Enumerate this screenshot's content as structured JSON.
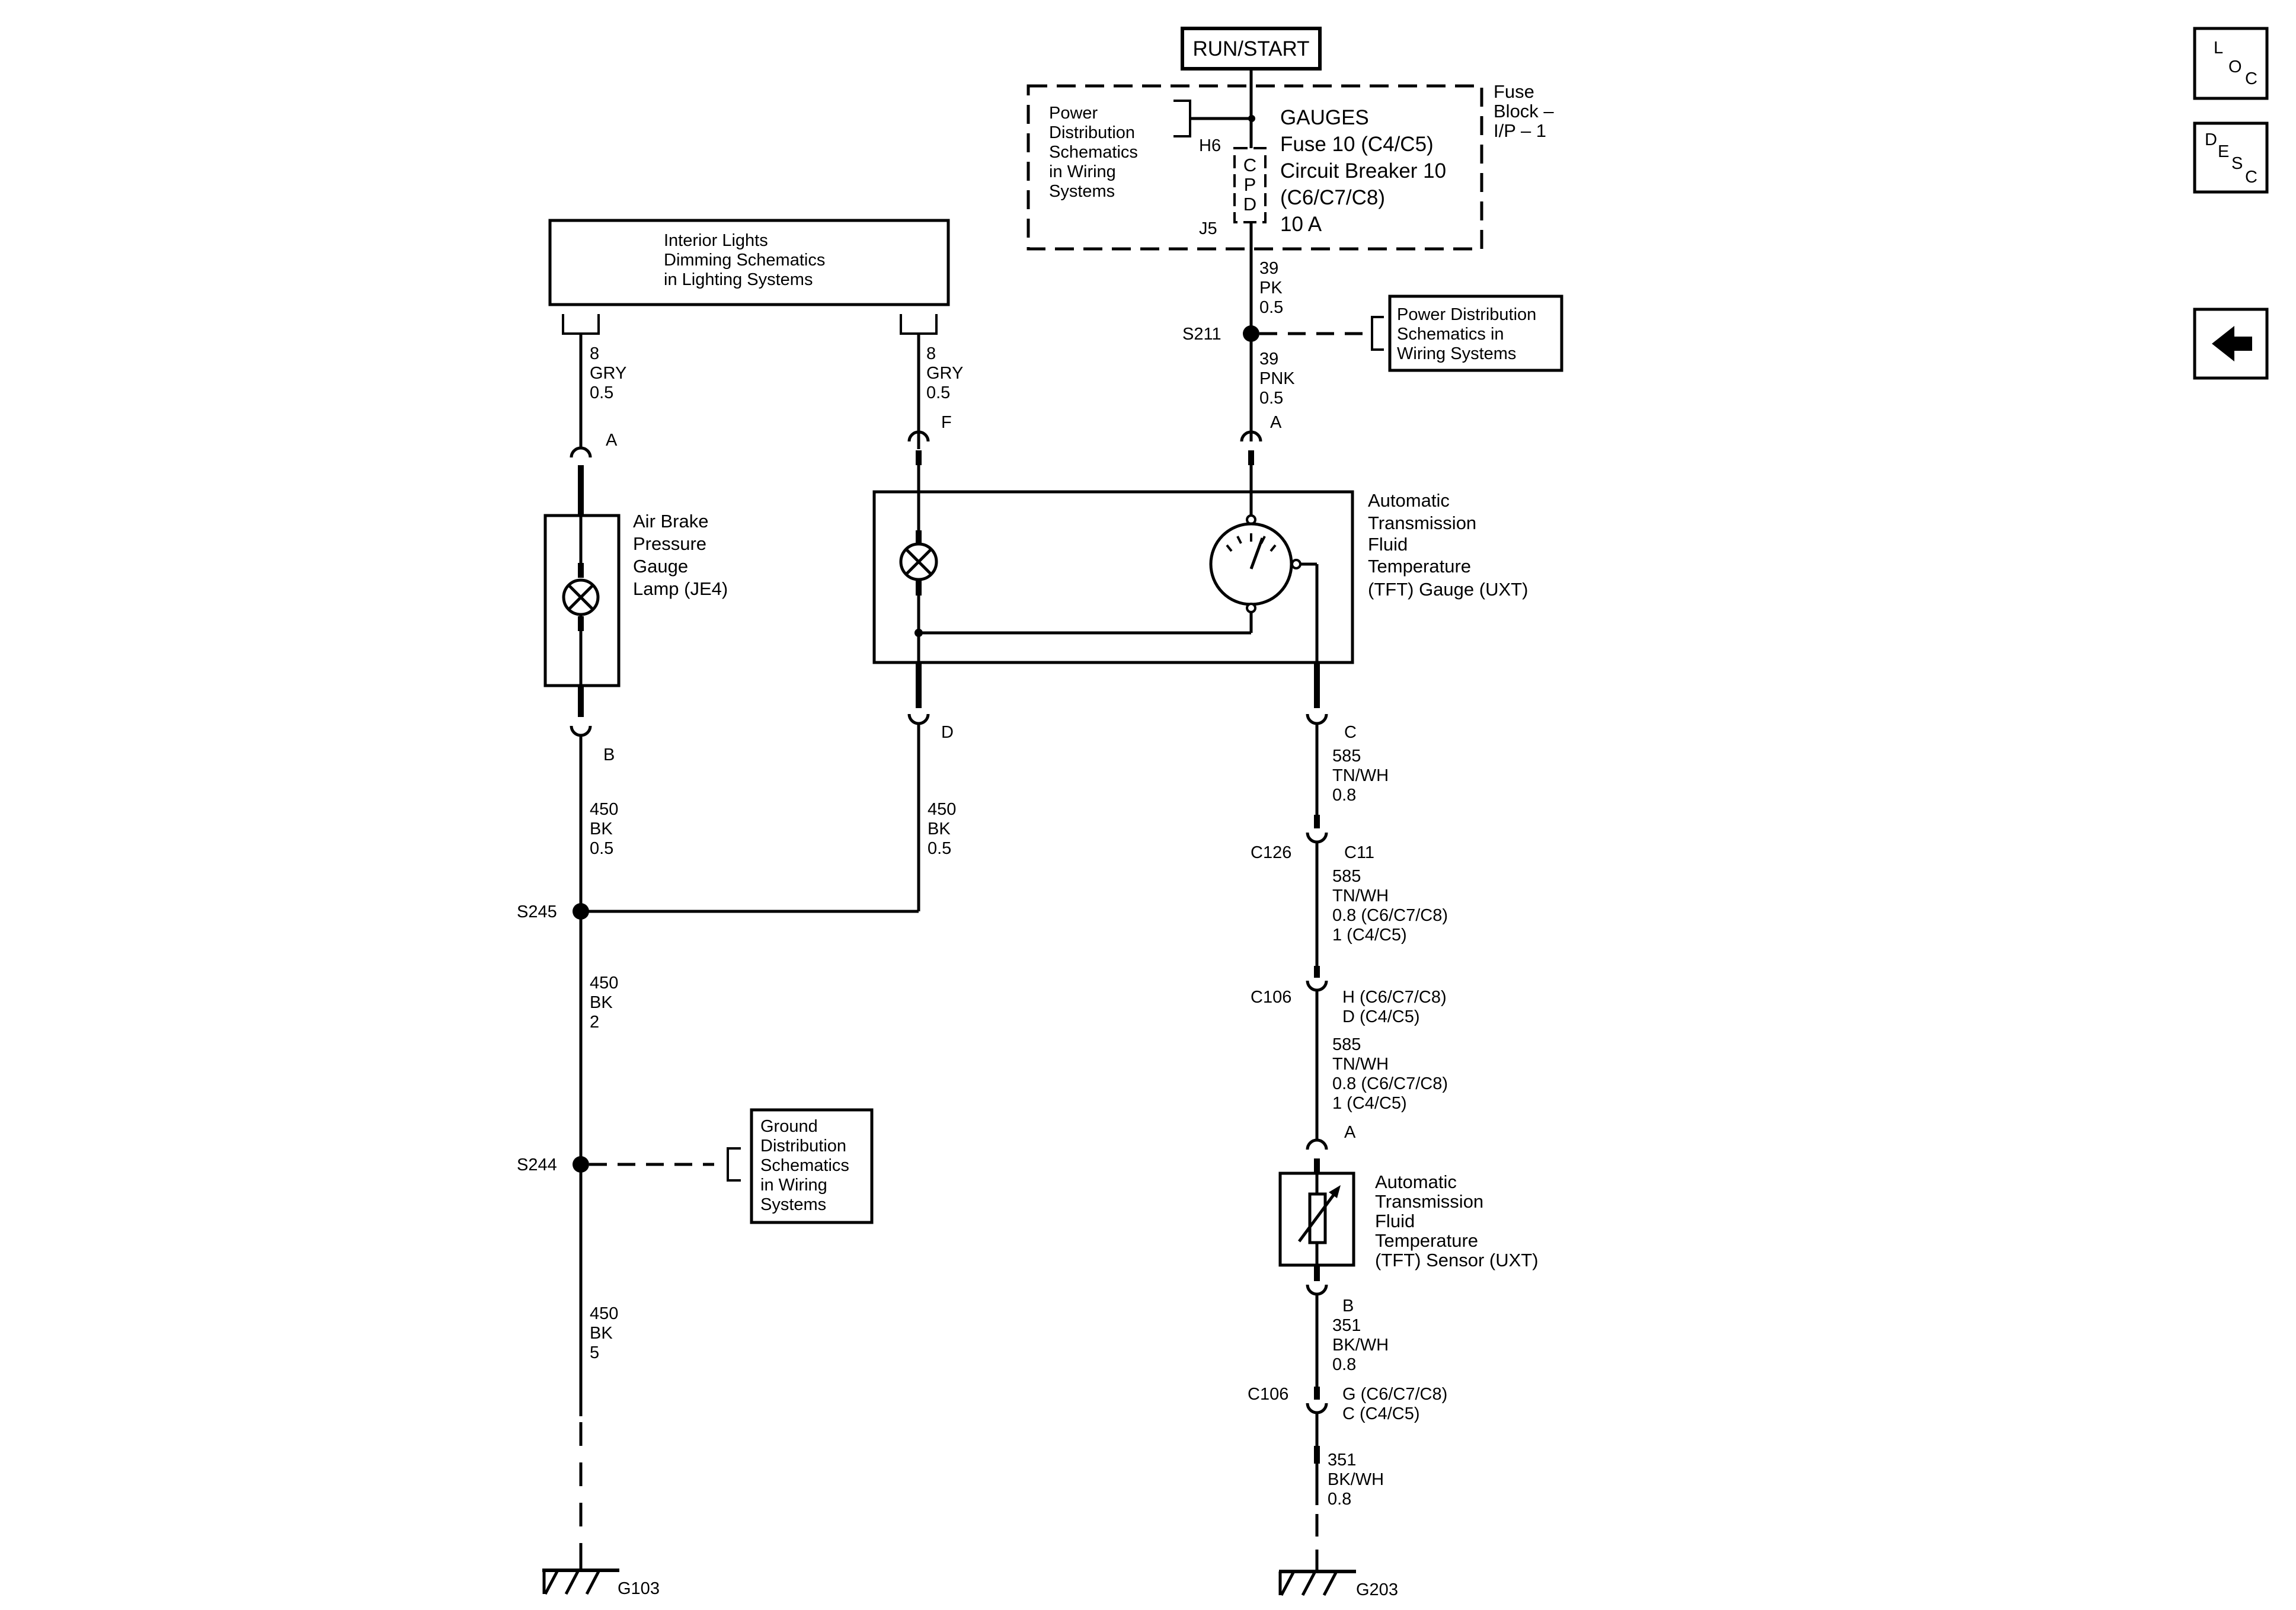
{
  "power": {
    "run_start": "RUN/START",
    "fuse_block_label": [
      "Fuse",
      "Block –",
      "I/P – 1"
    ],
    "power_dist_left": [
      "Power",
      "Distribution",
      "Schematics",
      "in Wiring",
      "Systems"
    ],
    "fuse_text": [
      "GAUGES",
      "Fuse 10 (C4/C5)",
      "Circuit Breaker 10",
      "(C6/C7/C8)",
      "10 A"
    ],
    "cpd": [
      "C",
      "P",
      "D"
    ],
    "pin_h6": "H6",
    "pin_j5": "J5"
  },
  "interior_lights": [
    "Interior Lights",
    "Dimming Schematics",
    "in Lighting Systems"
  ],
  "power_dist_right": [
    "Power Distribution",
    "Schematics in",
    "Wiring  Systems"
  ],
  "ground_dist": [
    "Ground",
    "Distribution",
    "Schematics",
    "in Wiring",
    "Systems"
  ],
  "wires": {
    "w39_pk": [
      "39",
      "PK",
      "0.5"
    ],
    "w39_pnk": [
      "39",
      "PNK",
      "0.5"
    ],
    "w8_left": [
      "8",
      "GRY",
      "0.5"
    ],
    "w8_mid": [
      "8",
      "GRY",
      "0.5"
    ],
    "w450_left": [
      "450",
      "BK",
      "0.5"
    ],
    "w450_mid": [
      "450",
      "BK",
      "0.5"
    ],
    "w450_2": [
      "450",
      "BK",
      "2"
    ],
    "w450_5": [
      "450",
      "BK",
      "5"
    ],
    "w585_a": [
      "585",
      "TN/WH",
      "0.8"
    ],
    "w585_b": [
      "585",
      "TN/WH",
      "0.8 (C6/C7/C8)",
      "1 (C4/C5)"
    ],
    "w585_c": [
      "585",
      "TN/WH",
      "0.8 (C6/C7/C8)",
      "1 (C4/C5)"
    ],
    "w351_a": [
      "351",
      "BK/WH",
      "0.8"
    ],
    "w351_b": [
      "351",
      "BK/WH",
      "0.8"
    ]
  },
  "splices": {
    "s211": "S211",
    "s245": "S245",
    "s244": "S244"
  },
  "connectors": {
    "air_a": "A",
    "air_b": "B",
    "gauge_f": "F",
    "gauge_a": "A",
    "gauge_d": "D",
    "gauge_c": "C",
    "c126": "C126",
    "c11": "C11",
    "c106_top": "C106",
    "c106_top_pins": [
      "H (C6/C7/C8)",
      "D (C4/C5)"
    ],
    "sensor_a": "A",
    "sensor_b": "B",
    "c106_bot": "C106",
    "c106_bot_pins": [
      "G (C6/C7/C8)",
      "C (C4/C5)"
    ]
  },
  "components": {
    "air_brake": [
      "Air Brake",
      "Pressure",
      "Gauge",
      "Lamp (JE4)"
    ],
    "tft_gauge": [
      "Automatic",
      "Transmission",
      "Fluid",
      "Temperature",
      "(TFT) Gauge (UXT)"
    ],
    "tft_sensor": [
      "Automatic",
      "Transmission",
      "Fluid",
      "Temperature",
      "(TFT) Sensor (UXT)"
    ]
  },
  "grounds": {
    "g103": "G103",
    "g203": "G203"
  },
  "nav": {
    "loc": [
      "L",
      "O",
      "C"
    ],
    "desc": [
      "D",
      "E",
      "S",
      "C"
    ],
    "back_icon": "left-arrow-icon"
  }
}
